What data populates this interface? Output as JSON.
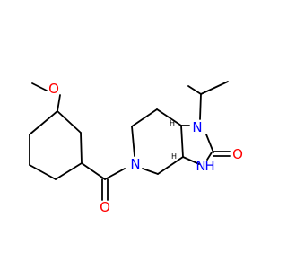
{
  "diagram": {
    "type": "chemical-structure",
    "background": "#ffffff",
    "bond_color": "#000000",
    "atom_colors": {
      "O": "#ff0000",
      "N": "#0000ff"
    },
    "atoms": {
      "methoxy_oxygen": "O",
      "carbonyl_oxygen": "O",
      "urea_oxygen": "O",
      "piperidine_nitrogen": "N",
      "imidazolidinone_nitrogen_1": "N",
      "imidazolidinone_nitrogen_3": "N",
      "nh_hydrogen": "H"
    },
    "stereocenters": {
      "upper": "H",
      "lower": "H"
    }
  }
}
